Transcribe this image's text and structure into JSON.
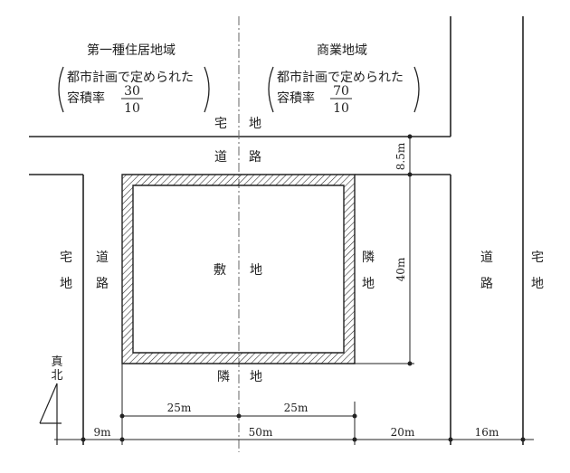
{
  "zones": {
    "left": {
      "name": "第一種住居地域",
      "line1": "都市計画で定められた",
      "ratio_label": "容積率",
      "ratio_num": "30",
      "ratio_den": "10"
    },
    "right": {
      "name": "商業地域",
      "line1": "都市計画で定められた",
      "ratio_label": "容積率",
      "ratio_num": "70",
      "ratio_den": "10"
    }
  },
  "labels": {
    "top_taku": "宅",
    "top_chi": "地",
    "road_do": "道",
    "road_ro": "路",
    "left_taku": "宅",
    "left_taku_chi": "地",
    "left_road_do": "道",
    "left_road_ro": "路",
    "site_shiki": "敷",
    "site_chi": "地",
    "east_rin": "隣",
    "east_chi": "地",
    "south_rin": "隣",
    "south_chi": "地",
    "right_road_do": "道",
    "right_road_ro": "路",
    "right_taku": "宅",
    "right_taku_chi": "地",
    "north_shin": "真",
    "north_kita": "北"
  },
  "dimensions": {
    "road_top_width": "8.5m",
    "site_depth": "40m",
    "half_left": "25m",
    "half_right": "25m",
    "road_left_width": "9m",
    "site_width": "50m",
    "neighbor_width": "20m",
    "road_right_width": "16m"
  }
}
